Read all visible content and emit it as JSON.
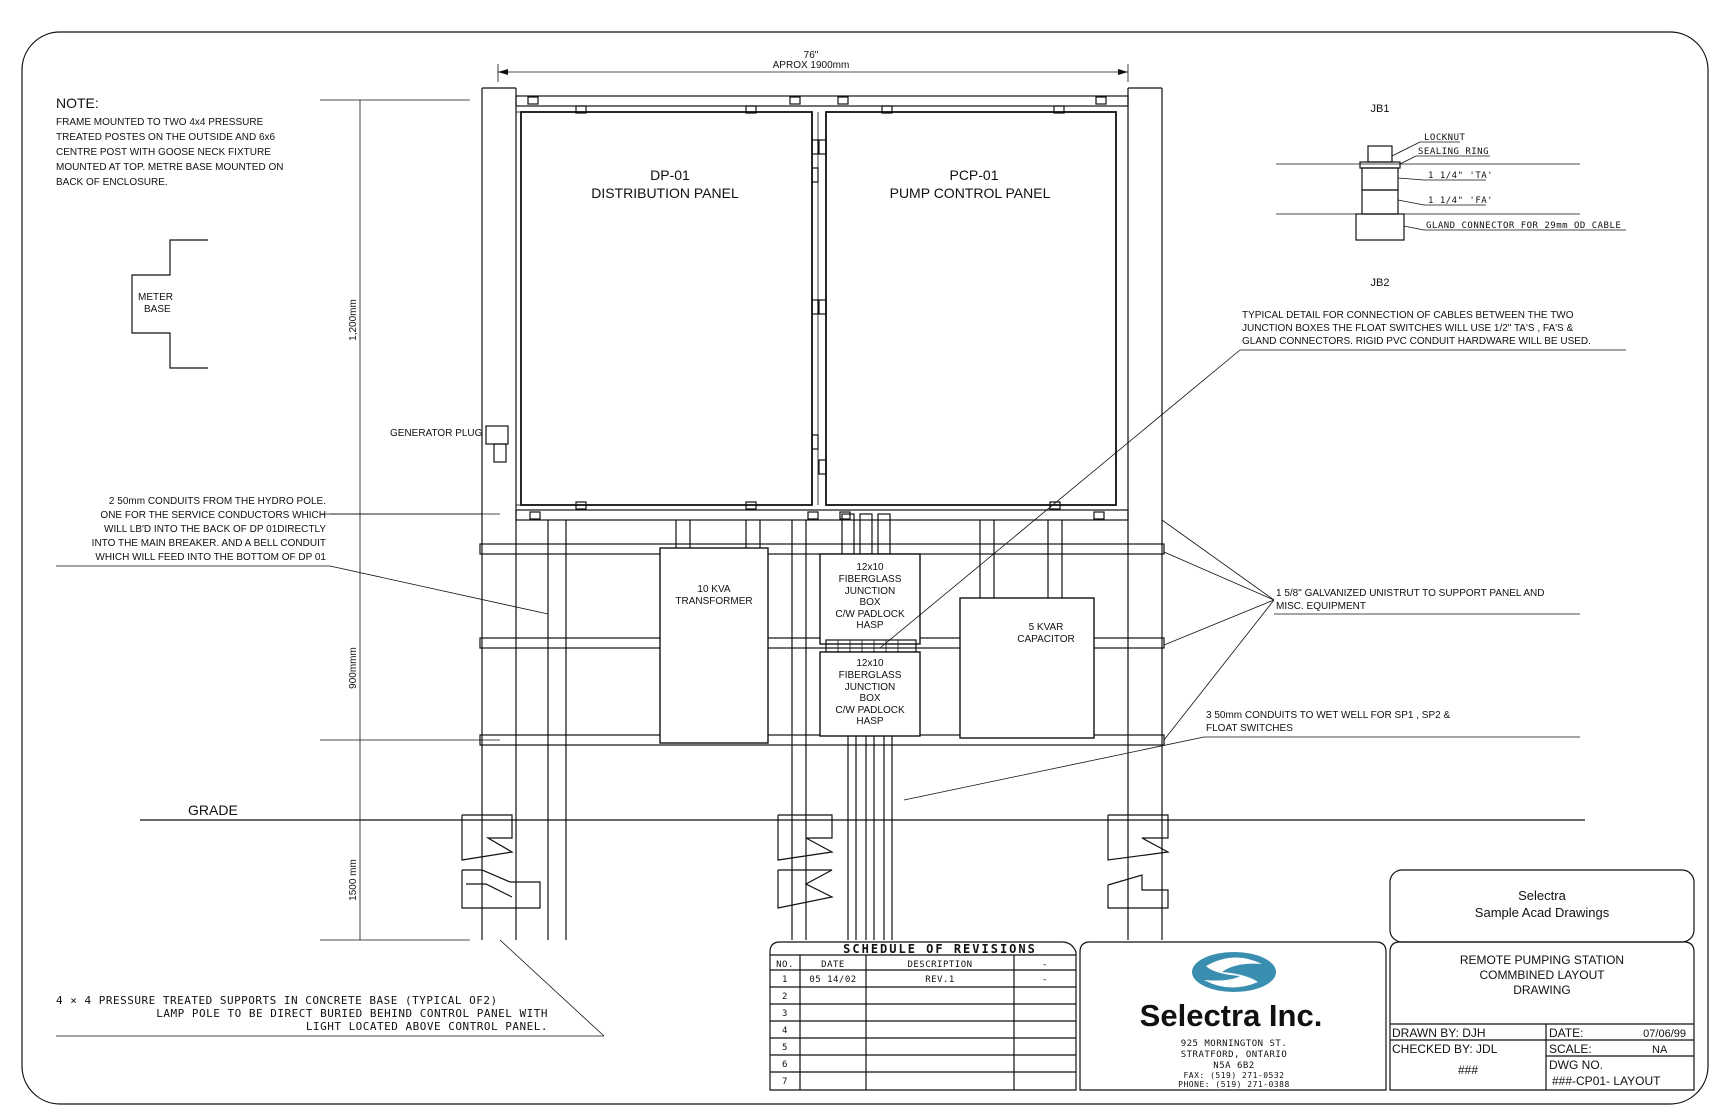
{
  "note": {
    "heading": "NOTE:",
    "lines": [
      "FRAME MOUNTED TO TWO 4x4 PRESSURE",
      "TREATED POSTES ON THE OUTSIDE AND 6x6",
      "CENTRE POST WITH GOOSE NECK FIXTURE",
      "MOUNTED AT TOP. METRE BASE MOUNTED ON",
      "BACK OF ENCLOSURE."
    ]
  },
  "meter_base": [
    "METER",
    "BASE"
  ],
  "dimensions": {
    "width_in": "76\"",
    "width_mm": "APROX 1900mm",
    "panel_height": "1,200mm",
    "frame_height": "900mmm",
    "buried_depth": "1500 mm"
  },
  "panels": {
    "dp01": {
      "id": "DP-01",
      "name": "DISTRIBUTION PANEL"
    },
    "pcp01": {
      "id": "PCP-01",
      "name": "PUMP CONTROL PANEL"
    }
  },
  "generator_plug": "GENERATOR PLUG",
  "conduits_note": [
    "2  50mm CONDUITS FROM THE HYDRO POLE.",
    "ONE FOR THE SERVICE CONDUCTORS WHICH",
    "WILL LB'D INTO THE BACK OF DP 01DIRECTLY",
    "INTO THE MAIN BREAKER. AND A BELL CONDUIT",
    "WHICH WILL FEED INTO THE BOTTOM OF DP 01"
  ],
  "transformer": [
    "10 KVA",
    "TRANSFORMER"
  ],
  "junction_box_1": [
    "12x10",
    "FIBERGLASS",
    "JUNCTION",
    "BOX",
    "C/W PADLOCK",
    "HASP"
  ],
  "junction_box_2": [
    "12x10",
    "FIBERGLASS",
    "JUNCTION",
    "BOX",
    "C/W PADLOCK",
    "HASP"
  ],
  "capacitor": [
    "5 KVAR",
    "CAPACITOR"
  ],
  "grade_label": "GRADE",
  "jb1": {
    "title": "JB1",
    "labels": [
      "LOCKNUT",
      "SEALING RING",
      "1 1/4\" 'TA'",
      "1 1/4\" 'FA'",
      "GLAND CONNECTOR FOR 29mm OD CABLE"
    ]
  },
  "jb2": {
    "title": "JB2",
    "lines": [
      "TYPICAL DETAIL FOR CONNECTION OF CABLES BETWEEN THE TWO",
      "JUNCTION BOXES THE FLOAT SWITCHES WILL USE 1/2\" TA'S , FA'S &",
      "GLAND CONNECTORS.  RIGID PVC CONDUIT HARDWARE WILL BE USED."
    ]
  },
  "unistrut_note": [
    "1 5/8\" GALVANIZED UNISTRUT TO SUPPORT PANEL AND",
    "MISC. EQUIPMENT"
  ],
  "wetwell_note": [
    "3 50mm CONDUITS TO WET WELL FOR SP1 , SP2 &",
    "FLOAT SWITCHES"
  ],
  "supports_note": [
    "4 × 4 PRESSURE TREATED SUPPORTS IN CONCRETE BASE (TYPICAL OF2)",
    "LAMP POLE TO BE DIRECT BURIED BEHIND CONTROL PANEL WITH",
    "LIGHT LOCATED ABOVE CONTROL PANEL."
  ],
  "revisions": {
    "title": "SCHEDULE OF REVISIONS",
    "headers": [
      "NO.",
      "DATE",
      "DESCRIPTION",
      "-"
    ],
    "rows": [
      [
        "1",
        "05 14/02",
        "REV.1",
        "-"
      ],
      [
        "2",
        "",
        "",
        ""
      ],
      [
        "3",
        "",
        "",
        ""
      ],
      [
        "4",
        "",
        "",
        ""
      ],
      [
        "5",
        "",
        "",
        ""
      ],
      [
        "6",
        "",
        "",
        ""
      ],
      [
        "7",
        "",
        "",
        ""
      ]
    ]
  },
  "company": {
    "name": "Selectra Inc.",
    "address": [
      "925 MORNINGTON ST.",
      "STRATFORD, ONTARIO",
      "N5A 6B2"
    ],
    "fax": "FAX: (519) 271-0532",
    "phone": "PHONE: (519) 271-0388",
    "logo_color": "#3a8fb0"
  },
  "title_block": {
    "client": [
      "Selectra",
      "Sample Acad Drawings"
    ],
    "project": [
      "REMOTE PUMPING STATION",
      "COMMBINED LAYOUT",
      "DRAWING"
    ],
    "drawn_by": "DRAWN BY:  DJH",
    "checked_by": "CHECKED BY: JDL",
    "date_label": "DATE:",
    "date_value": "07/06/99",
    "scale_label": "SCALE:",
    "scale_value": "NA",
    "code": "###",
    "dwg_label": "DWG NO.",
    "dwg_value": "###-CP01- LAYOUT"
  }
}
